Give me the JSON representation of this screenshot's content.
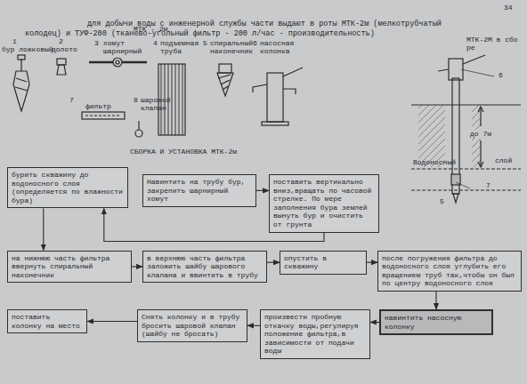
{
  "diagram": {
    "title": "для добычи воды с инженерной службы части выдают в роты МТК-2м (мелкотрубчатый колодец) и ТУФ-200 (тканево-угольный фильтр - 200 л/час - производительность)",
    "nodes": [
      {
        "text": [
          "бурить скважину до водоносного слоя (определяется по влажности бура)"
        ]
      },
      {
        "text": [
          "Навинтить на трубу бур, закрепить шарнирный хомут"
        ]
      },
      {
        "text": [
          "поставить вертикально вниз,вращать по часовой стрелке. По мере заполнения бура землей вынуть бур и очистить от грунта"
        ]
      },
      {
        "text": [
          "на нижнюю часть фильтра ввернуть спиральный наконечник"
        ]
      },
      {
        "text": [
          "в верхнюю часть фильтра заложить шайбу шарового клапана и ввинтить в трубу"
        ]
      },
      {
        "text": [
          "опустить в скважину"
        ]
      },
      {
        "text": [
          "после погружения фильтра до водоносного слоя углубить его вращением труб так,чтобы он был по центру водоносного слоя"
        ]
      },
      {
        "text": [
          "поставить колонку на место"
        ]
      },
      {
        "text": [
          "Снять колонку и в трубу бросить шаровой клапан (шайбу не бросать)"
        ]
      },
      {
        "text": [
          "произвести пробную откачку воды,регулируя положение фильтра,в зависимости от подачи воды"
        ]
      },
      {
        "text": [
          "навинтить насосную колонку"
        ]
      }
    ],
    "edges": [
      {
        "from": 1,
        "to": 2,
        "arrow": "to"
      },
      {
        "from": 2,
        "to": 0,
        "arrow": "to"
      },
      {
        "from": 0,
        "to": 3,
        "arrow": "to"
      },
      {
        "from": 3,
        "to": 4,
        "arrow": "to"
      },
      {
        "from": 4,
        "to": 5,
        "arrow": "to"
      },
      {
        "from": 5,
        "to": 6,
        "arrow": "to"
      },
      {
        "from": 6,
        "to": 10,
        "arrow": "to"
      },
      {
        "from": 10,
        "to": 9,
        "arrow": "to"
      },
      {
        "from": 9,
        "to": 8,
        "arrow": "to"
      },
      {
        "from": 8,
        "to": 7,
        "arrow": "to"
      }
    ],
    "labels": [
      "34",
      "1",
      "бур ложковый",
      "2",
      "долото",
      "3",
      "хомут шарнирный",
      "МТК - 2м",
      "4",
      "подъемная труба",
      "5",
      "спиральный наконечник",
      "6",
      "насосная колонка",
      "7",
      "фильтр",
      "8",
      "шаровой клапан",
      "СБОРКА И УСТАНОВКА МТК-2м",
      "МТК-2М в сбо ре",
      "6",
      "до 7м",
      "Водоносный",
      "слой",
      "7",
      "5"
    ]
  }
}
